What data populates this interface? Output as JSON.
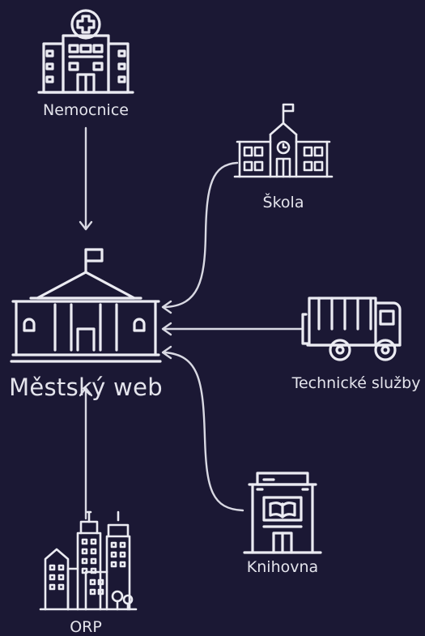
{
  "diagram": {
    "center": {
      "label": "Městský web",
      "icon": "city-hall-icon"
    },
    "nodes": {
      "nemocnice": {
        "label": "Nemocnice",
        "icon": "hospital-icon"
      },
      "skola": {
        "label": "Škola",
        "icon": "school-icon"
      },
      "technicke_sluzby": {
        "label": "Technické služby",
        "icon": "garbage-truck-icon"
      },
      "knihovna": {
        "label": "Knihovna",
        "icon": "library-icon"
      },
      "orp": {
        "label": "ORP",
        "icon": "city-skyline-icon"
      }
    },
    "connections": [
      {
        "from": "Nemocnice",
        "to": "Městský web"
      },
      {
        "from": "Škola",
        "to": "Městský web"
      },
      {
        "from": "Technické služby",
        "to": "Městský web"
      },
      {
        "from": "Knihovna",
        "to": "Městský web"
      },
      {
        "from": "ORP",
        "to": "Městský web"
      }
    ],
    "colors": {
      "background": "#1b1834",
      "foreground": "#ebebf2"
    }
  }
}
